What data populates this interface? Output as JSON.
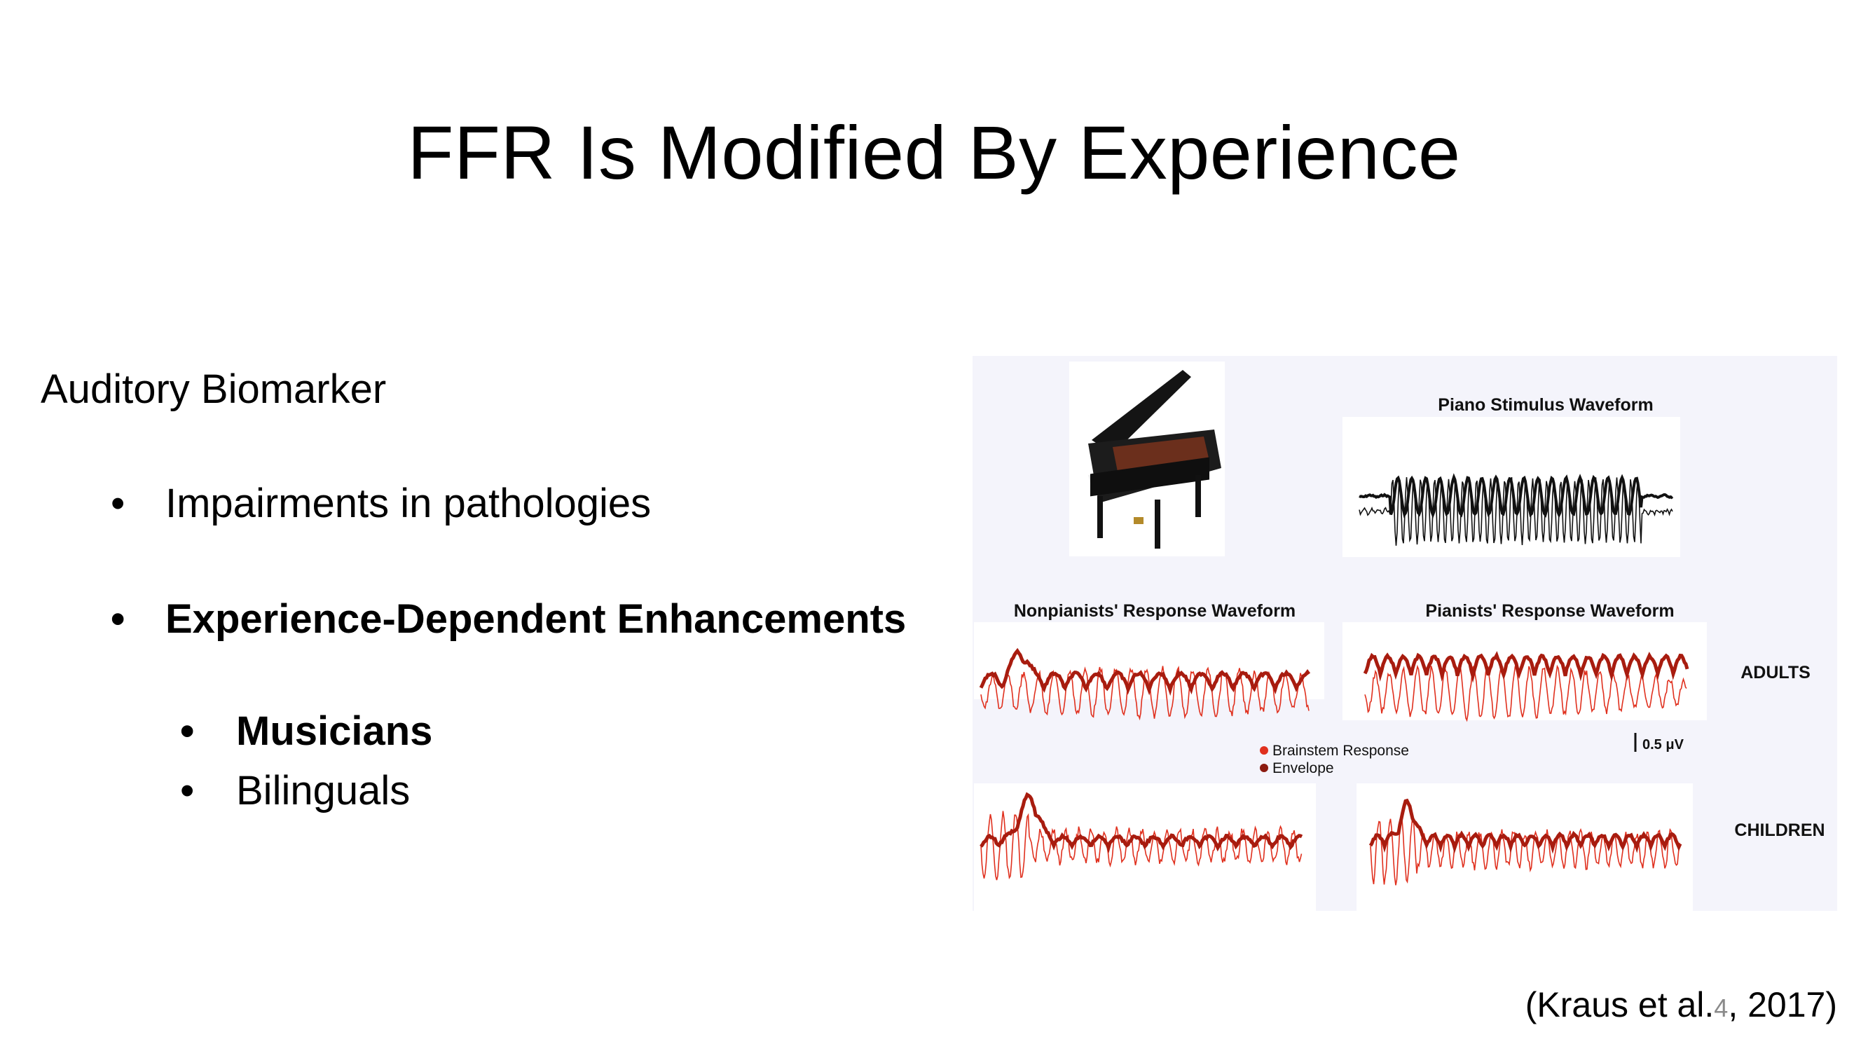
{
  "slide": {
    "title": "FFR Is Modified By Experience",
    "heading": "Auditory Biomarker",
    "bullets": [
      "Impairments in pathologies",
      "Experience-Dependent Enhancements"
    ],
    "sub_bullets": [
      "Musicians",
      "Bilinguals"
    ],
    "bullet_glyph": "•",
    "citation": "(Kraus et al., 2017)",
    "citation_parts": [
      "(Kraus et al.",
      ", 2017)"
    ],
    "slide_number": "4"
  },
  "figure": {
    "piano_icon": "grand-piano-photo",
    "stimulus_label": "Piano Stimulus Waveform",
    "nonpianists_label": "Nonpianists' Response Waveform",
    "pianists_label": "Pianists' Response Waveform",
    "adults_label": "ADULTS",
    "children_label": "CHILDREN",
    "scale_label": "0.5 μV",
    "legend": [
      {
        "label": "Brainstem Response",
        "color": "#e0301e"
      },
      {
        "label": "Envelope",
        "color": "#8b1a10"
      }
    ],
    "colors": {
      "background": "#f4f4fb",
      "response": "#d9281a",
      "envelope": "#9e1a0d",
      "stimulus": "#111111"
    }
  }
}
